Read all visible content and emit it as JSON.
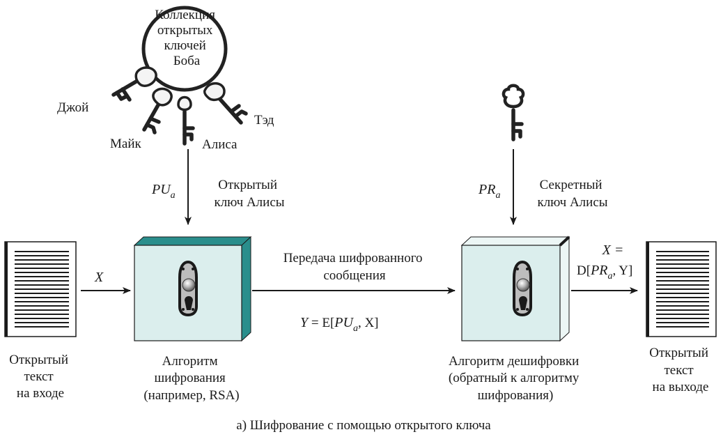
{
  "ring": {
    "label_lines": [
      "Коллекция",
      "открытых",
      "ключей",
      "Боба"
    ]
  },
  "keys": {
    "joy": "Джой",
    "mike": "Майк",
    "alice": "Алиса",
    "ted": "Тэд"
  },
  "public_key": {
    "symbol": "PU",
    "subscript": "a",
    "label_lines": [
      "Открытый",
      "ключ Алисы"
    ]
  },
  "private_key": {
    "symbol": "PR",
    "subscript": "a",
    "label_lines": [
      "Секретный",
      "ключ Алисы"
    ]
  },
  "plaintext_input": {
    "label_lines": [
      "Открытый",
      "текст",
      "на входе"
    ]
  },
  "plaintext_output": {
    "label_lines": [
      "Открытый",
      "текст",
      "на выходе"
    ]
  },
  "input_arrow_label": "X",
  "transmission": {
    "label_lines": [
      "Передача шифрованного",
      "сообщения"
    ]
  },
  "ciphertext_formula": {
    "lhs": "Y",
    "eq": " = E[",
    "sym": "PU",
    "sub": "a",
    "rest": ", X]"
  },
  "output_formula": {
    "line1": "X =",
    "open": "D[",
    "sym": "PR",
    "sub": "a",
    "rest": ", Y]"
  },
  "encrypt_box": {
    "label_lines": [
      "Алгоритм",
      "шифрования",
      "(например, RSA)"
    ]
  },
  "decrypt_box": {
    "label_lines": [
      "Алгоритм дешифровки",
      "(обратный к алгоритму",
      "шифрования)"
    ]
  },
  "caption": "а) Шифрование с помощью открытого ключа",
  "colors": {
    "encrypt_side": "#2a8e8c",
    "box_face": "#dbeeed",
    "decrypt_side": "#ecf6f5",
    "ink": "#1a1a1a"
  }
}
